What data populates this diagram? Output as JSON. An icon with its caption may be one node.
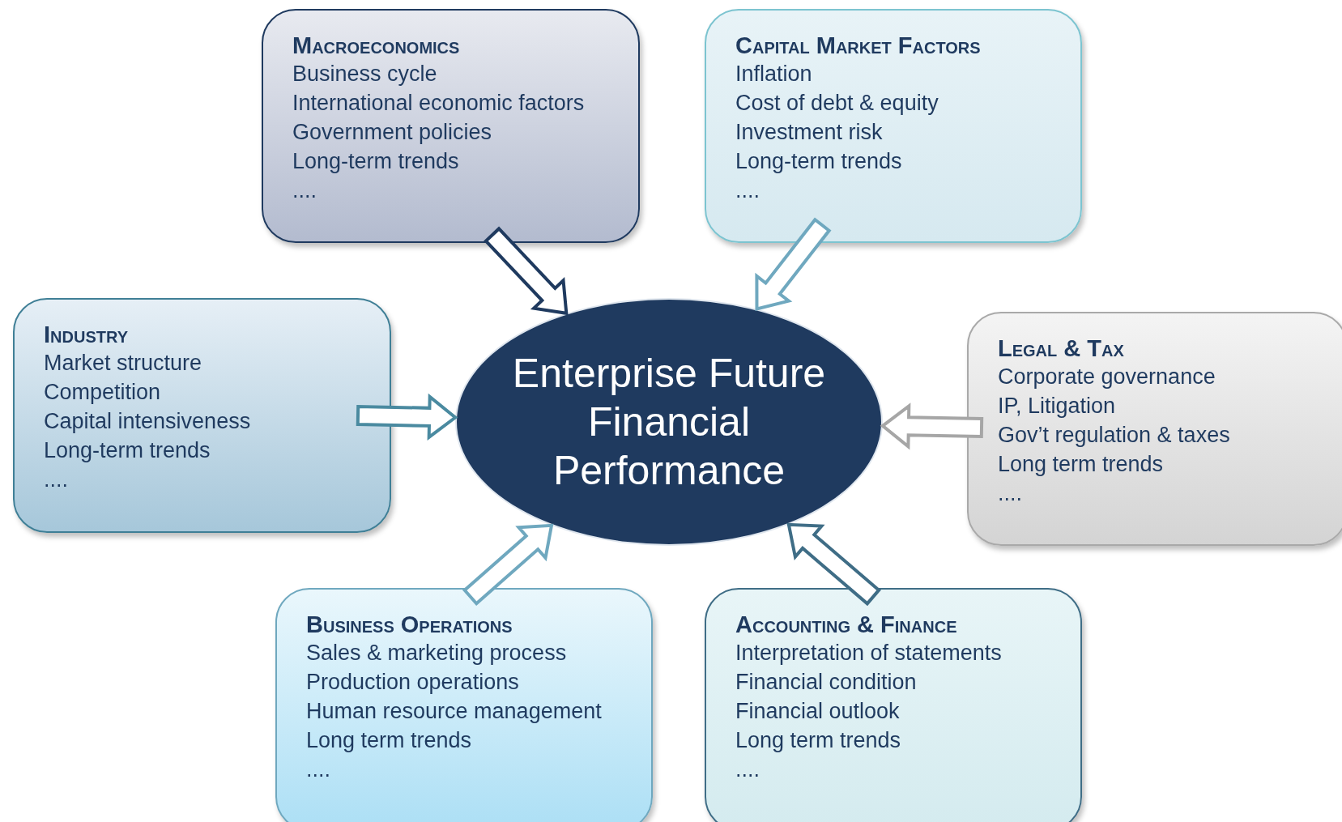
{
  "diagram": {
    "nodes": [
      {
        "text": [
          "Macroeconomics",
          "Business cycle",
          "International economic factors",
          "Government policies",
          "Long-term trends",
          "...."
        ]
      },
      {
        "text": [
          "Capital Market Factors",
          "Inflation",
          "Cost of debt & equity",
          "Investment risk",
          "Long-term trends",
          "...."
        ]
      },
      {
        "text": [
          "Industry",
          "Market structure",
          "Competition",
          "Capital intensiveness",
          "Long-term trends",
          "...."
        ]
      },
      {
        "text": [
          "Enterprise Future Financial Performance"
        ]
      },
      {
        "text": [
          "Legal & Tax",
          "Corporate governance",
          "IP, Litigation",
          "Gov’t regulation & taxes",
          "Long term trends",
          "...."
        ]
      },
      {
        "text": [
          "Business Operations",
          "Sales & marketing process",
          "Production operations",
          "Human resource management",
          "Long term trends",
          "...."
        ]
      },
      {
        "text": [
          "Accounting & Finance",
          "Interpretation of statements",
          "Financial condition",
          "Financial outlook",
          "Long term trends",
          "...."
        ]
      }
    ],
    "edges": [
      {
        "from": 0,
        "to": 3,
        "arrow": "to",
        "color": "#1f3a5f"
      },
      {
        "from": 1,
        "to": 3,
        "arrow": "to",
        "color": "#6fa8bf"
      },
      {
        "from": 2,
        "to": 3,
        "arrow": "to",
        "color": "#4a8aa0"
      },
      {
        "from": 4,
        "to": 3,
        "arrow": "to",
        "color": "#a6a6a6"
      },
      {
        "from": 5,
        "to": 3,
        "arrow": "to",
        "color": "#6fa8bf"
      },
      {
        "from": 6,
        "to": 3,
        "arrow": "to",
        "color": "#3f6d86"
      }
    ]
  }
}
